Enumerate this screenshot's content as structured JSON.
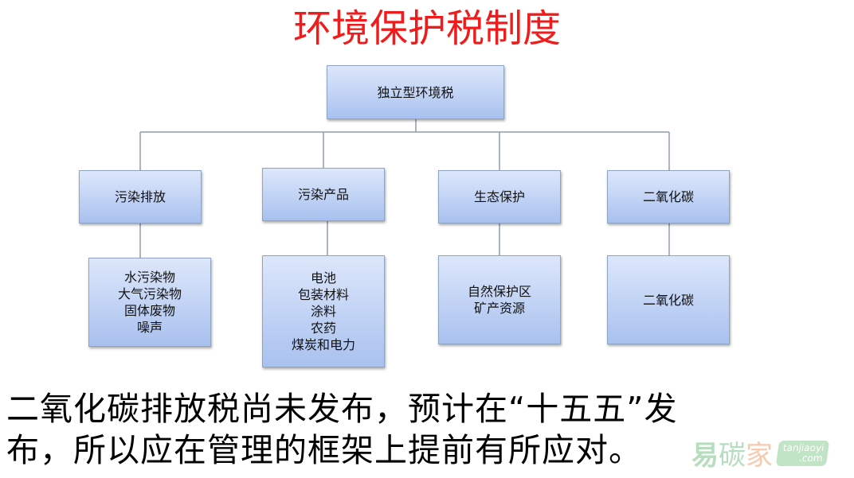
{
  "title": "环境保护税制度",
  "root": "独立型环境税",
  "categories": [
    {
      "label": "污染排放",
      "items": [
        "水污染物",
        "大气污染物",
        "固体废物",
        "噪声"
      ]
    },
    {
      "label": "污染产品",
      "items": [
        "电池",
        "包装材料",
        "涂料",
        "农药",
        "煤炭和电力"
      ]
    },
    {
      "label": "生态保护",
      "items": [
        "自然保护区",
        "矿产资源"
      ]
    },
    {
      "label": "二氧化碳",
      "items": [
        "二氧化碳"
      ]
    }
  ],
  "bottom_text": [
    "二氧化碳排放税尚未发布，预计在“十五五”发",
    "布，所以应在管理的框架上提前有所应对。"
  ],
  "watermark": {
    "mark": "易",
    "name1": "碳",
    "name2": "家",
    "url1": "tanjiaoyi",
    "url2": ".com"
  }
}
